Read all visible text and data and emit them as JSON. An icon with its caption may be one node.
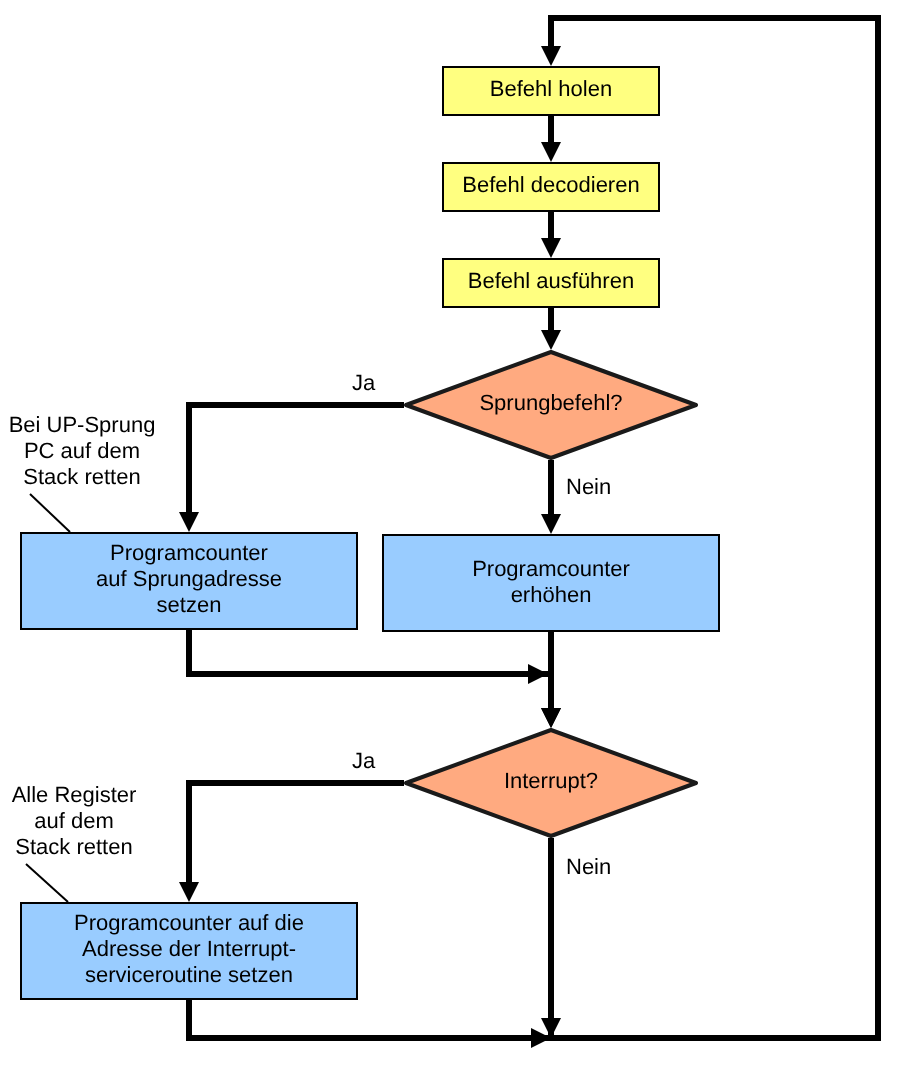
{
  "diagram": {
    "nodes": [
      {
        "text": [
          "Befehl holen"
        ]
      },
      {
        "text": [
          "Befehl decodieren"
        ]
      },
      {
        "text": [
          "Befehl ausführen"
        ]
      },
      {
        "text": [
          "Sprungbefehl?"
        ]
      },
      {
        "text": [
          "Bei UP-Sprung PC auf dem Stack retten"
        ]
      },
      {
        "text": [
          "Programcounter auf Sprungadresse setzen"
        ]
      },
      {
        "text": [
          "Programcounter erhöhen"
        ]
      },
      {
        "text": [
          "Interrupt?"
        ]
      },
      {
        "text": [
          "Alle Register auf dem Stack retten"
        ]
      },
      {
        "text": [
          "Programcounter auf die Adresse der Interrupt-serviceroutine setzen"
        ]
      }
    ],
    "edges": [
      {
        "from": 0,
        "to": 1,
        "arrow": "to"
      },
      {
        "from": 1,
        "to": 2,
        "arrow": "to"
      },
      {
        "from": 2,
        "to": 3,
        "arrow": "to"
      },
      {
        "from": 3,
        "to": 5,
        "arrow": "to",
        "label": "Ja"
      },
      {
        "from": 3,
        "to": 6,
        "arrow": "to",
        "label": "Nein"
      },
      {
        "from": 4,
        "to": 5,
        "arrow": "none"
      },
      {
        "from": 5,
        "to": 7,
        "arrow": "to"
      },
      {
        "from": 6,
        "to": 7,
        "arrow": "to"
      },
      {
        "from": 7,
        "to": 9,
        "arrow": "to",
        "label": "Ja"
      },
      {
        "from": 7,
        "to": 0,
        "arrow": "to",
        "label": "Nein"
      },
      {
        "from": 8,
        "to": 9,
        "arrow": "none"
      },
      {
        "from": 9,
        "to": 0,
        "arrow": "to"
      }
    ]
  }
}
